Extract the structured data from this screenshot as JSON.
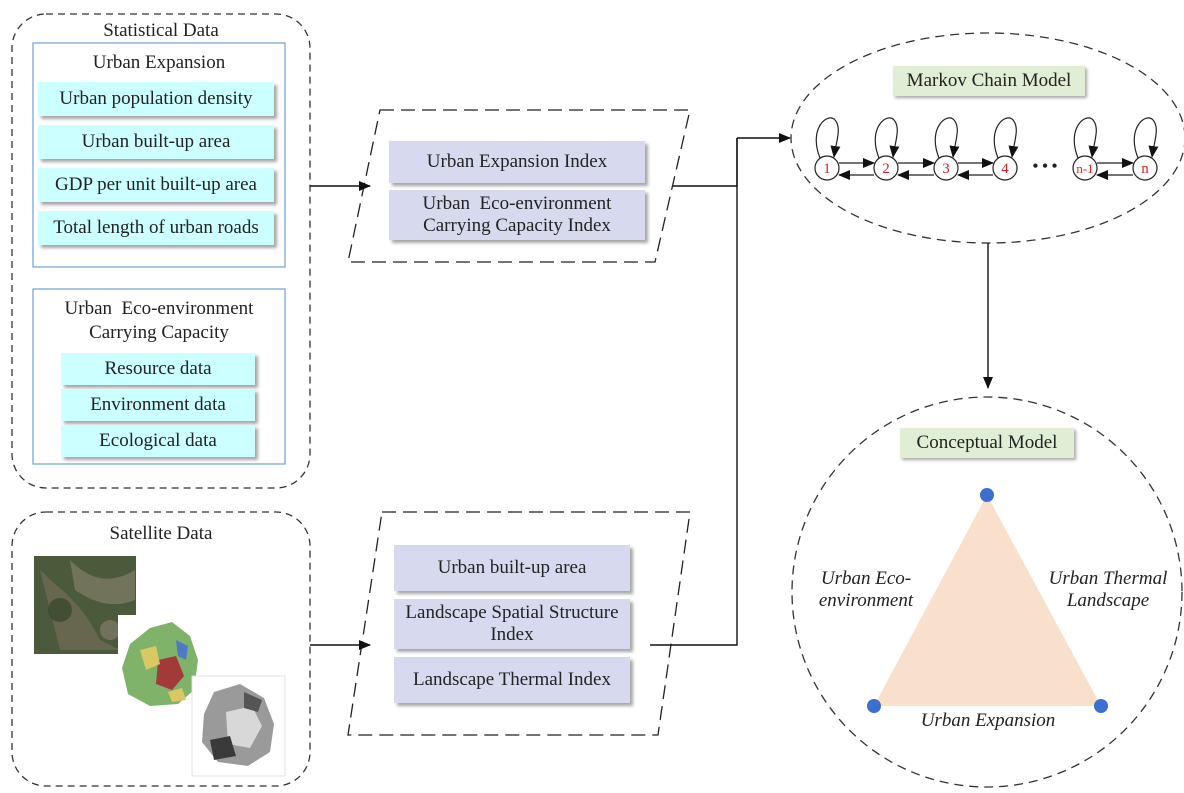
{
  "statistical": {
    "title": "Statistical Data",
    "urban_expansion": {
      "title": "Urban Expansion",
      "items": [
        "Urban population density",
        "Urban built-up area",
        "GDP per unit built-up area",
        "Total length of urban roads"
      ]
    },
    "eco": {
      "title_line1": "Urban  Eco-environment",
      "title_line2": "Carrying Capacity",
      "items": [
        "Resource data",
        "Environment data",
        "Ecological data"
      ]
    }
  },
  "satellite": {
    "title": "Satellite Data"
  },
  "indices_top": {
    "item1": "Urban Expansion Index",
    "item2_line1": "Urban  Eco-environment",
    "item2_line2": "Carrying Capacity Index"
  },
  "indices_bottom": {
    "item1": "Urban built-up area",
    "item2_line1": "Landscape Spatial Structure",
    "item2_line2": "Index",
    "item3": "Landscape Thermal Index"
  },
  "markov": {
    "title": "Markov Chain Model",
    "nodes": [
      "1",
      "2",
      "3",
      "4",
      "n-1",
      "n"
    ],
    "ellipsis": "• • •"
  },
  "conceptual": {
    "title": "Conceptual Model",
    "left_line1": "Urban Eco-",
    "left_line2": "environment",
    "right_line1": "Urban Thermal",
    "right_line2": "Landscape",
    "bottom": "Urban Expansion"
  },
  "colors": {
    "cyan_box": "#ccffff",
    "lavender_box": "#d7daee",
    "green_box": "#dfeed4",
    "triangle_fill": "#f8e0cc",
    "vertex_dot": "#3b6fd0",
    "node_text": "#e02020"
  }
}
